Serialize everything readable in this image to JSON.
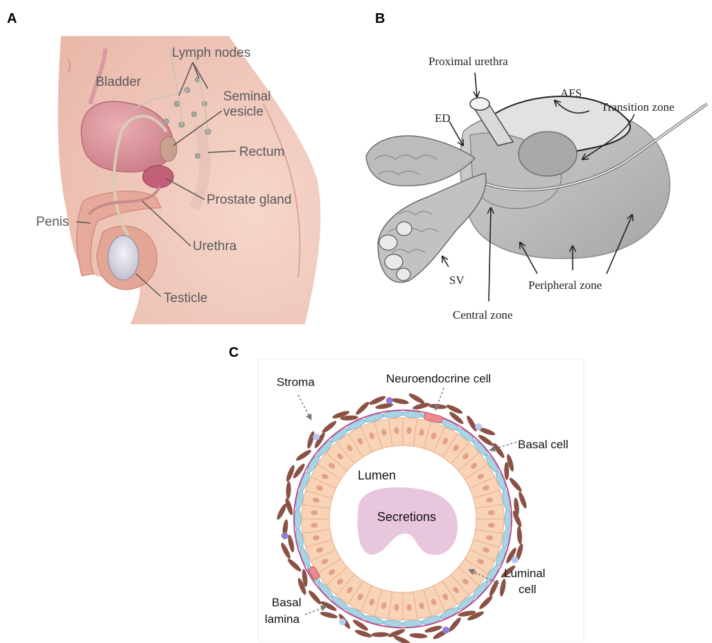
{
  "panels": {
    "a": {
      "letter": "A",
      "labels": {
        "lymph_nodes": "Lymph nodes",
        "bladder": "Bladder",
        "seminal_vesicle_1": "Seminal",
        "seminal_vesicle_2": "vesicle",
        "rectum": "Rectum",
        "prostate_gland": "Prostate gland",
        "penis": "Penis",
        "urethra": "Urethra",
        "testicle": "Testicle"
      }
    },
    "b": {
      "letter": "B",
      "labels": {
        "proximal_urethra": "Proximal urethra",
        "afs": "AFS",
        "transition_zone": "Transition zone",
        "ed": "ED",
        "sv": "SV",
        "peripheral_zone": "Peripheral zone",
        "central_zone": "Central zone"
      }
    },
    "c": {
      "letter": "C",
      "labels": {
        "stroma": "Stroma",
        "neuroendocrine_cell": "Neuroendocrine cell",
        "basal_cell": "Basal cell",
        "lumen": "Lumen",
        "secretions": "Secretions",
        "luminal_cell_1": "Luminal",
        "luminal_cell_2": "cell",
        "basal_lamina_1": "Basal",
        "basal_lamina_2": "lamina"
      }
    }
  },
  "colors": {
    "skin": "#f0c9bd",
    "skin_dark": "#e5b0a2",
    "bladder": "#d88e96",
    "label_gray": "#5a5a5a",
    "prostate_gray": "#b9b9b9",
    "luminal": "#f9d3b6",
    "basal": "#a8d4e4",
    "stroma": "#8a5144",
    "lamina": "#c83a82",
    "secretions": "#e8c6dd"
  }
}
